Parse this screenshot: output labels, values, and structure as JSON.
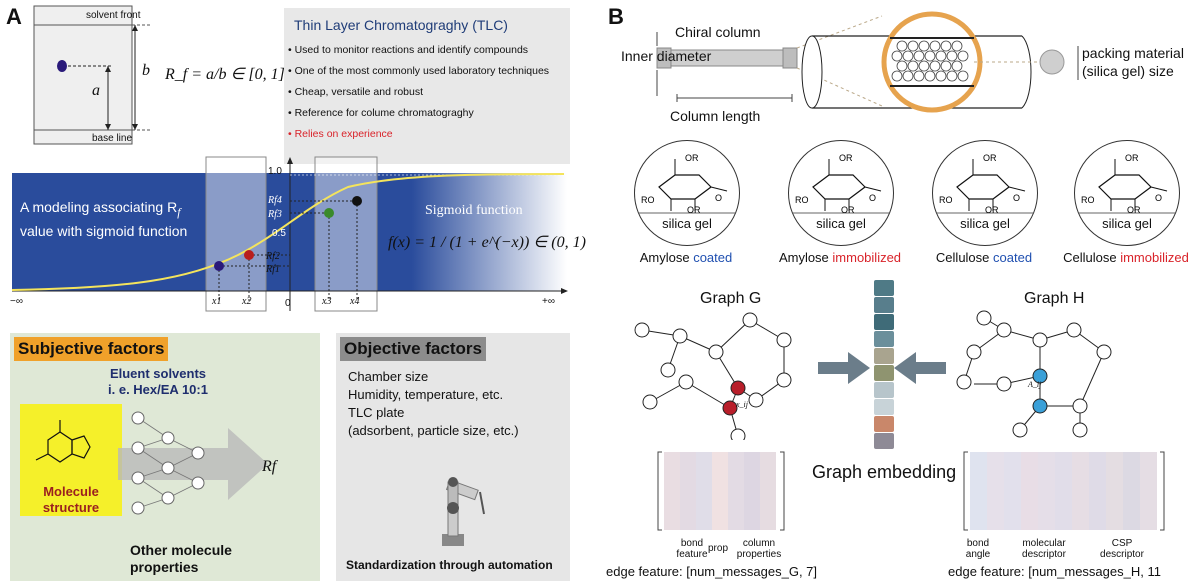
{
  "panel_a": {
    "label": "A",
    "plate": {
      "solvent_front": "solvent front",
      "base_line": "base line",
      "a": "a",
      "b": "b",
      "rf_formula": "R_f = a/b ∈ [0, 1]"
    },
    "tlc_box": {
      "title": "Thin Layer Chromatograghy (TLC)",
      "items": [
        "Used to monitor reactions and identify compounds",
        "One of the most commonly used laboratory techniques",
        "Cheap, versatile and robust",
        "Reference for colume chromatograghy"
      ],
      "highlight_item": "Relies on experience"
    },
    "sigmoid_panel": {
      "caption_line1": "A modeling associating R",
      "caption_sub": "f",
      "caption_line2": "value with sigmoid function",
      "function_title": "Sigmoid function",
      "function_formula": "f(x) = 1 / (1 + e^(−x)) ∈ (0, 1)",
      "y_top": "1.0",
      "y_mid": "0.5",
      "x_left": "−∞",
      "x_right": "+∞",
      "x_zero": "0",
      "x_labels": [
        "x1",
        "x2",
        "x3",
        "x4"
      ],
      "rf_labels": [
        "Rf4",
        "Rf3",
        "Rf2",
        "Rf1"
      ]
    },
    "subjective": {
      "title": "Subjective factors",
      "eluent_line1": "Eluent solvents",
      "eluent_line2": "i. e. Hex/EA 10:1",
      "molecule_line1": "Molecule",
      "molecule_line2": "structure",
      "rf_out": "Rf",
      "other_line1": "Other molecule",
      "other_line2": "properties"
    },
    "objective": {
      "title": "Objective factors",
      "lines": [
        "Chamber size",
        "Humidity, temperature, etc.",
        "TLC plate",
        "(adsorbent, particle size, etc.)"
      ],
      "footer": "Standardization through automation"
    }
  },
  "panel_b": {
    "label": "B",
    "column": {
      "title": "Chiral column",
      "inner_diameter": "Inner diameter",
      "length": "Column length",
      "packing_line1": "packing material",
      "packing_line2": "(silica gel) size"
    },
    "phases": [
      {
        "silica": "silica gel",
        "name": "Amylose",
        "mode": "coated"
      },
      {
        "silica": "silica gel",
        "name": "Amylose",
        "mode": "immobilized"
      },
      {
        "silica": "silica gel",
        "name": "Cellulose",
        "mode": "coated"
      },
      {
        "silica": "silica gel",
        "name": "Cellulose",
        "mode": "immobilized"
      }
    ],
    "graph": {
      "graph_g": "Graph G",
      "graph_h": "Graph H",
      "embedding": "Graph embedding",
      "xij": "x_ij",
      "aij": "A_ij",
      "embedding_colors": [
        "#4f7a86",
        "#587e8c",
        "#3f6b78",
        "#6b8f9b",
        "#a9a48f",
        "#8f9470",
        "#b7c5cb",
        "#c8d3d8",
        "#c9876a",
        "#8e8a96"
      ]
    },
    "edge_g": {
      "labels": [
        "bond feature",
        "prop",
        "column properties"
      ],
      "caption": "edge feature: [num_messages_G, 7]"
    },
    "edge_h": {
      "labels": [
        "bond angle",
        "molecular descriptor",
        "CSP descriptor"
      ],
      "caption": "edge feature: [num_messages_H, 11"
    }
  }
}
